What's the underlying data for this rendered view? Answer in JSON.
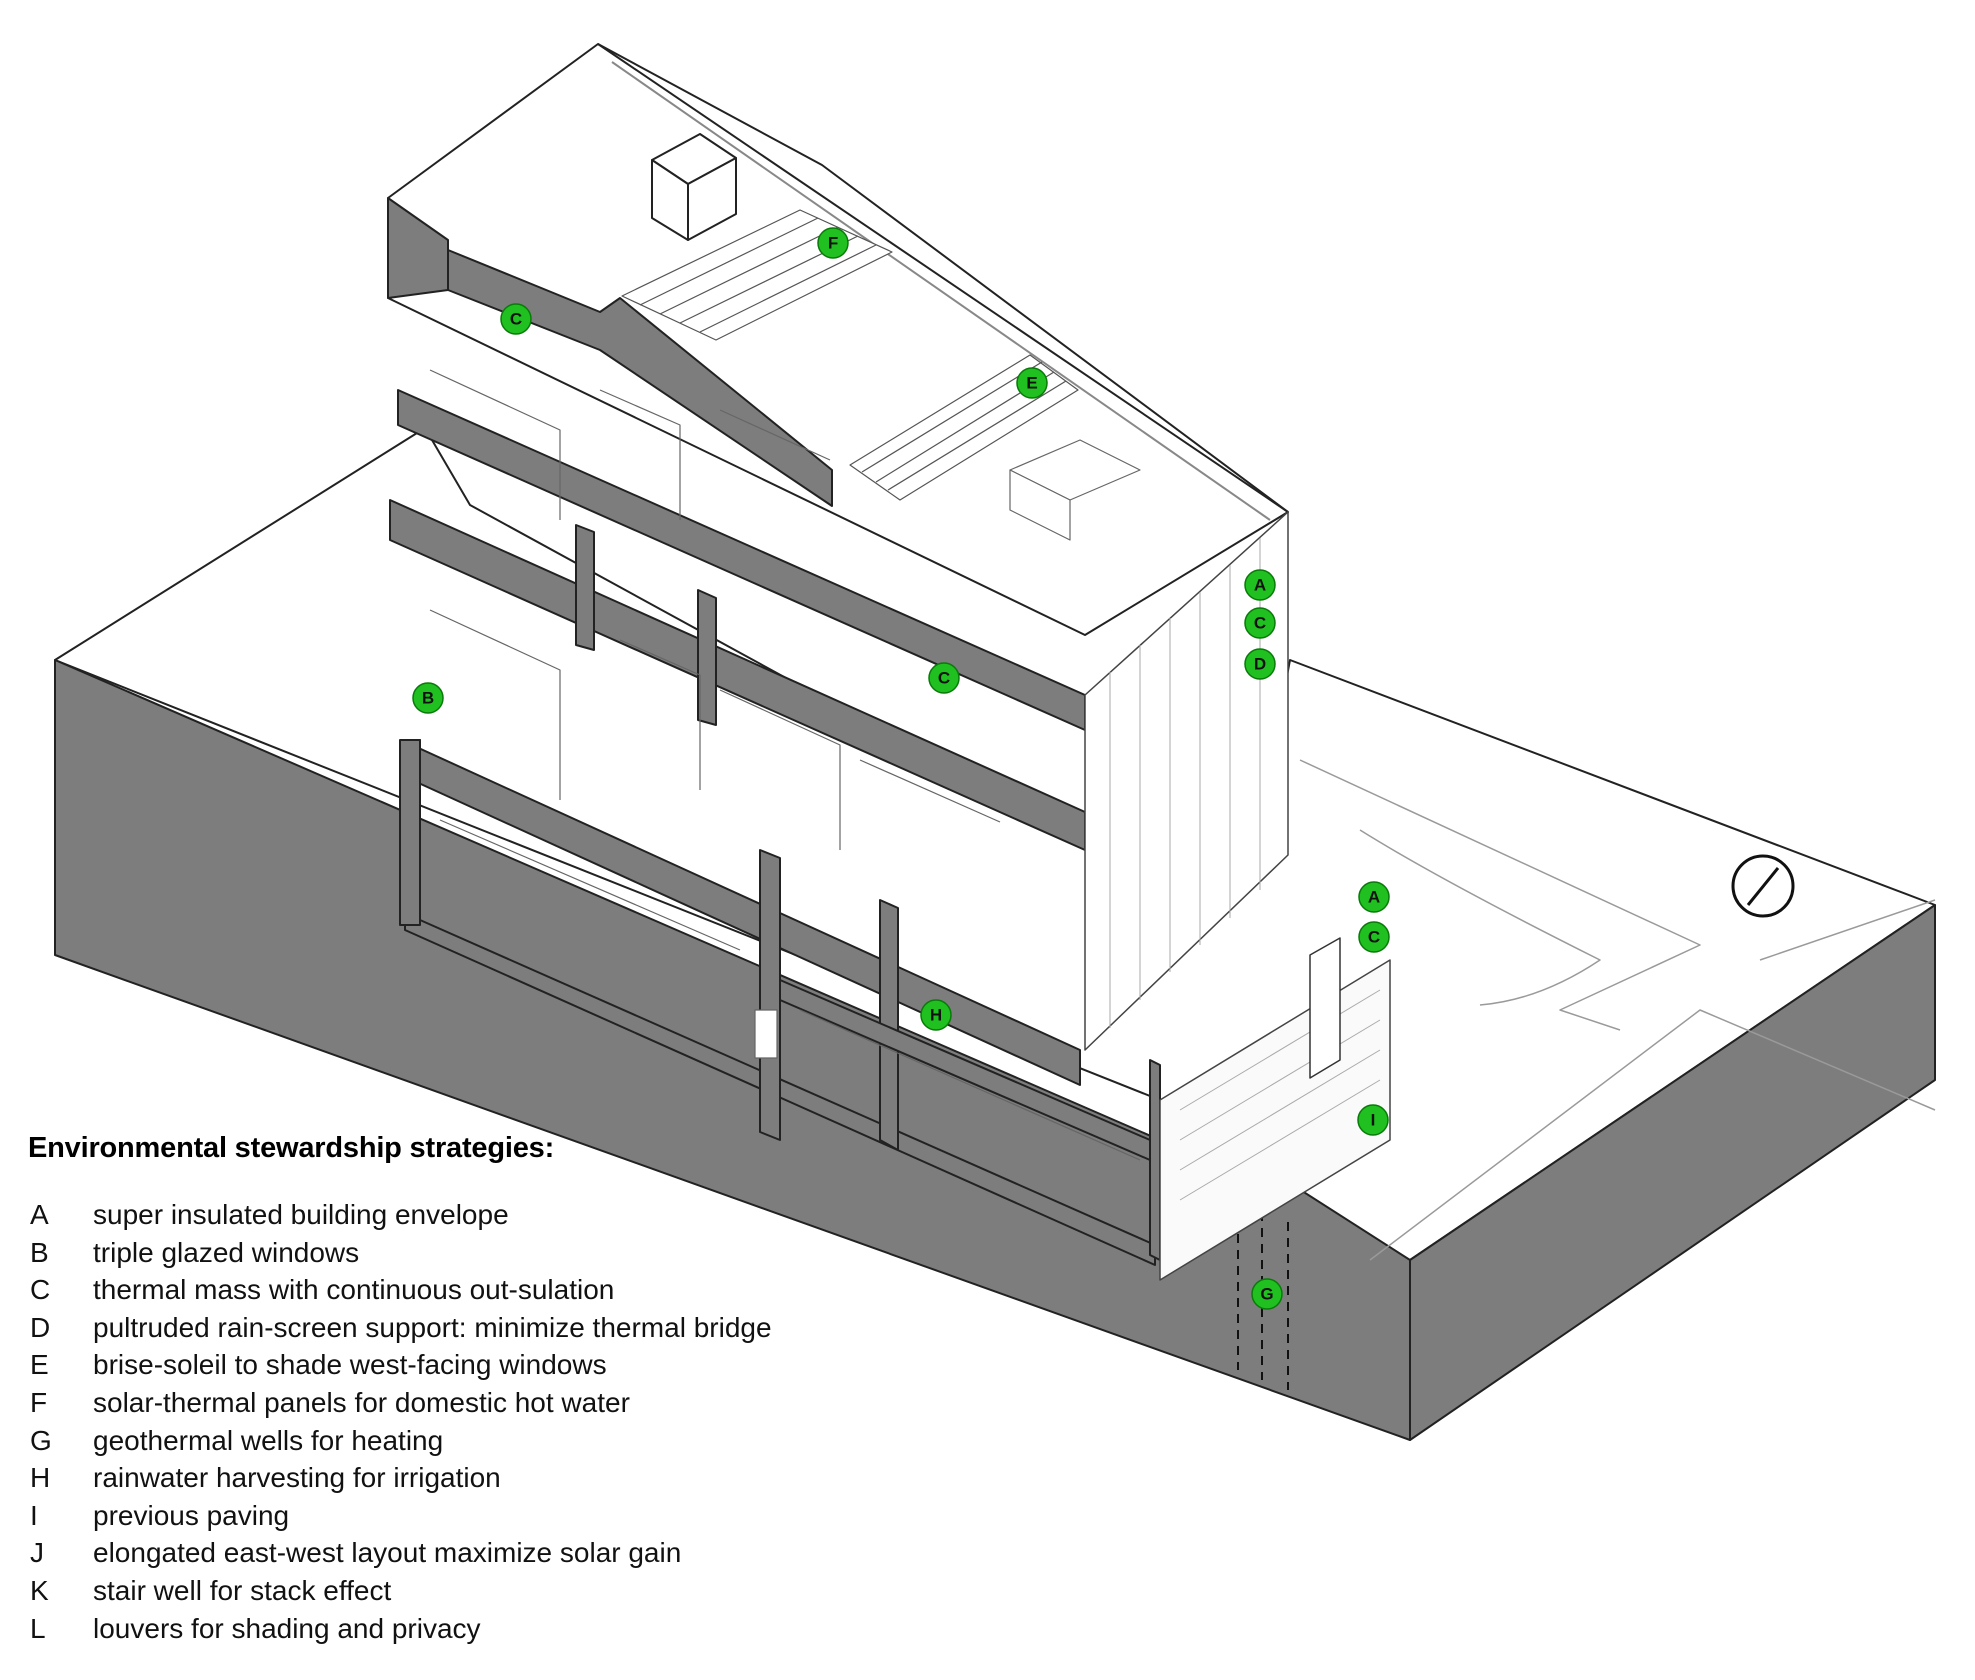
{
  "legend": {
    "title": "Environmental stewardship strategies:",
    "items": [
      {
        "key": "A",
        "text": "super insulated building envelope"
      },
      {
        "key": "B",
        "text": "triple glazed windows"
      },
      {
        "key": "C",
        "text": "thermal mass with continuous out-sulation"
      },
      {
        "key": "D",
        "text": "pultruded rain-screen support: minimize thermal bridge"
      },
      {
        "key": "E",
        "text": "brise-soleil to shade west-facing windows"
      },
      {
        "key": "F",
        "text": "solar-thermal panels for domestic hot water"
      },
      {
        "key": "G",
        "text": "geothermal wells for heating"
      },
      {
        "key": "H",
        "text": "rainwater harvesting for irrigation"
      },
      {
        "key": "I",
        "text": "previous paving"
      },
      {
        "key": "J",
        "text": "elongated east-west layout maximize solar gain"
      },
      {
        "key": "K",
        "text": "stair well for stack effect"
      },
      {
        "key": "L",
        "text": "louvers for shading and privacy"
      }
    ]
  },
  "markers": {
    "F": "F",
    "C_roof": "C",
    "E": "E",
    "A_upper": "A",
    "C_upper": "C",
    "D": "D",
    "C_mid": "C",
    "B": "B",
    "A_lower": "A",
    "C_lower": "C",
    "H": "H",
    "I": "I",
    "G": "G"
  },
  "colors": {
    "section_cut": "#7d7d7d",
    "marker_fill": "#1fc01f",
    "line": "#222222"
  }
}
